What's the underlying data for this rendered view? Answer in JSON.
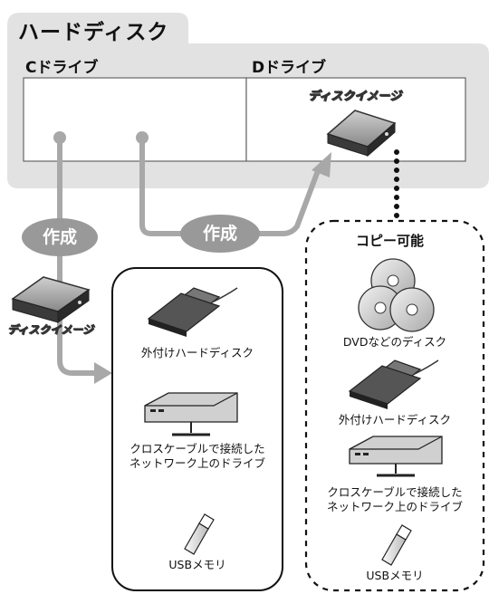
{
  "hard_disk": {
    "title": "ハードディスク",
    "c_drive_label": "Cドライブ",
    "d_drive_label": "Dドライブ",
    "disk_image_label": "ディスクイメージ"
  },
  "actions": {
    "create_label_left": "作成",
    "create_label_mid": "作成"
  },
  "left_disk_image_label": "ディスクイメージ",
  "left_panel": {
    "items": [
      {
        "label": "外付けハードディスク"
      },
      {
        "label_line1": "クロスケーブルで接続した",
        "label_line2": "ネットワーク上のドライブ"
      },
      {
        "label": "USBメモリ"
      }
    ]
  },
  "copy_panel": {
    "title": "コピー可能",
    "items": [
      {
        "label": "DVDなどのディスク"
      },
      {
        "label": "外付けハードディスク"
      },
      {
        "label_line1": "クロスケーブルで接続した",
        "label_line2": "ネットワーク上のドライブ"
      },
      {
        "label": "USBメモリ"
      }
    ]
  },
  "colors": {
    "panel_gray": "#e2e2e2",
    "arrow_gray": "#a8a8a8",
    "badge_gray": "#999999",
    "device_dark": "#444444"
  }
}
